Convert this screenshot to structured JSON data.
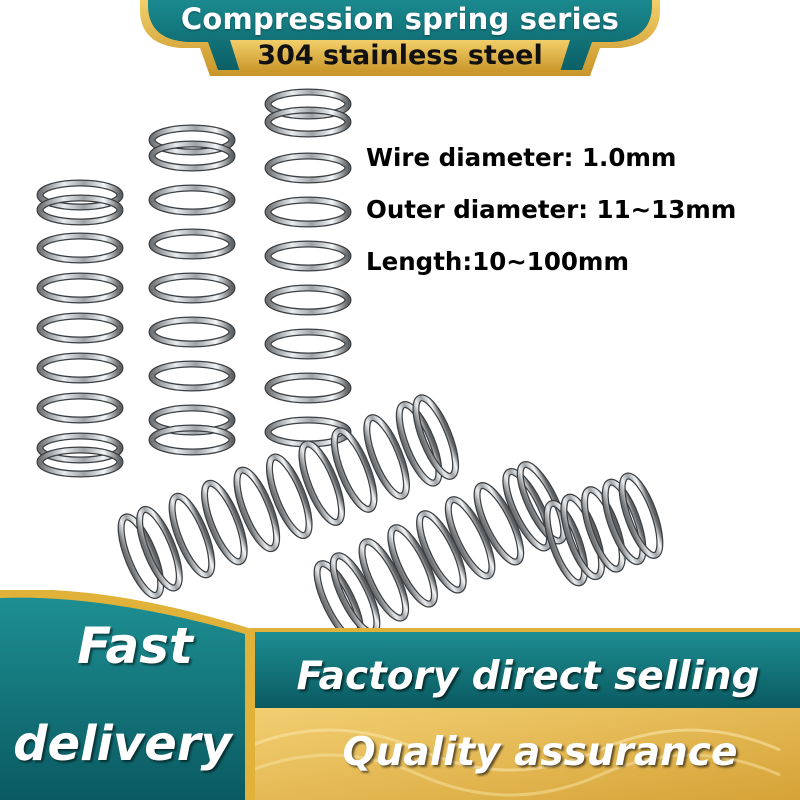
{
  "banner": {
    "title": "Compression spring series",
    "subtitle": "304 stainless steel",
    "color_teal": "#0f6b72",
    "color_gold": "#e0b23a"
  },
  "specs": {
    "wire_diameter": "Wire diameter: 1.0mm",
    "outer_diameter": "Outer diameter: 11~13mm",
    "length": "Length:10~100mm"
  },
  "badges": {
    "fast_line1": "Fast",
    "fast_line2": "delivery",
    "factory": "Factory direct selling",
    "quality": "Quality assurance"
  },
  "icons": [
    "compression-spring-icon"
  ]
}
